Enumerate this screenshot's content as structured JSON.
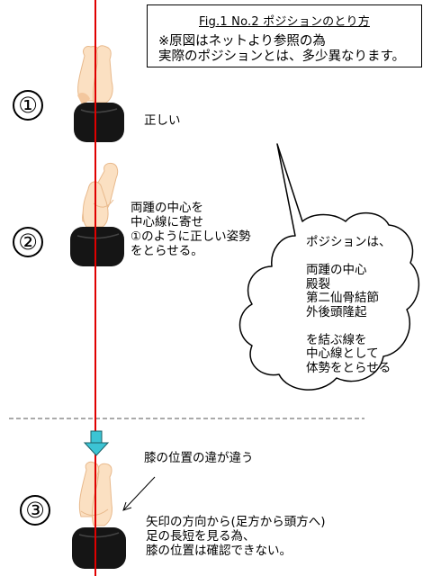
{
  "title": {
    "heading": "Fig.1 No.2 ポジションのとり方",
    "note_line1": "※原図はネットより参照の為",
    "note_line2": "実際のポジションとは、多少異なります。"
  },
  "steps": [
    {
      "number": "①",
      "label_lines": [
        "正しい"
      ]
    },
    {
      "number": "②",
      "label_lines": [
        "両踵の中心を",
        "中心線に寄せ",
        "①のように正しい姿勢",
        "をとらせる。"
      ]
    },
    {
      "number": "③",
      "label_lines": [
        "矢印の方向から(足方から頭方へ)",
        "足の長短を見る為、",
        "膝の位置は確認できない。"
      ]
    }
  ],
  "bubble": {
    "lines": [
      "ポジションは、",
      "",
      "両踵の中心",
      "殿裂",
      "第二仙骨結節",
      "外後頭隆起",
      "",
      "を結ぶ線を",
      "中心線として",
      "体勢をとらせる"
    ]
  },
  "callout": "膝の位置の違が違う",
  "colors": {
    "center_line": "#e00000",
    "skin": "#fbe0c2",
    "skin_shadow": "#f3c79e",
    "shorts": "#151515",
    "arrow": "#3cc4d4",
    "divider": "#777777"
  }
}
